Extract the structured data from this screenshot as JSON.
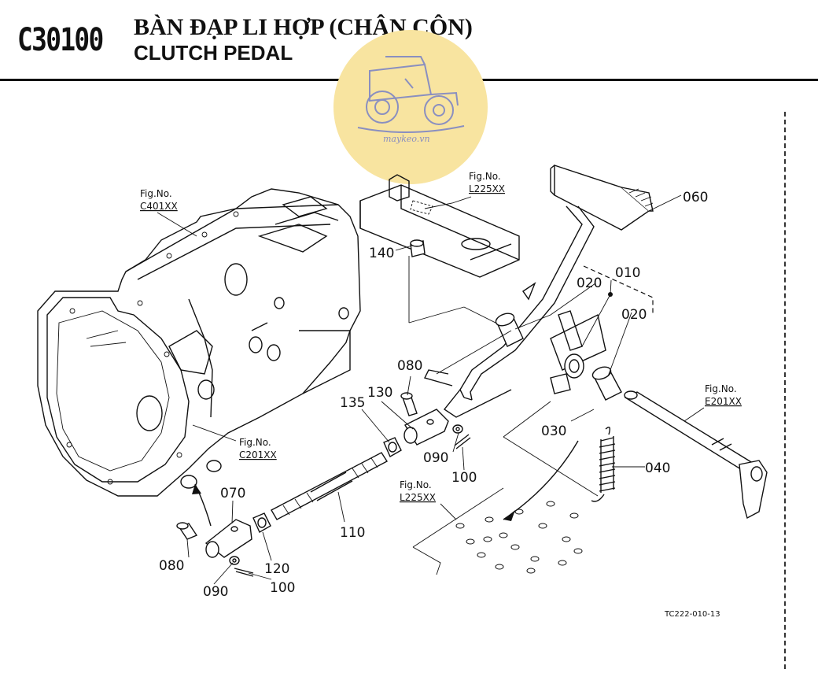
{
  "header": {
    "section_code": "C30100",
    "title_vi": "BÀN ĐẠP LI HỢP (CHÂN CÔN)",
    "title_en": "CLUTCH PEDAL"
  },
  "watermark": {
    "text": "maykeo.vn",
    "color": "#f8e4a0"
  },
  "figure_refs": [
    {
      "label": "Fig.No.",
      "code": "C401XX"
    },
    {
      "label": "Fig.No.",
      "code": "L225XX"
    },
    {
      "label": "Fig.No.",
      "code": "C201XX"
    },
    {
      "label": "Fig.No.",
      "code": "E201XX"
    },
    {
      "label": "Fig.No.",
      "code": "L225XX"
    }
  ],
  "part_labels": {
    "p060": "060",
    "p010": "010",
    "p020a": "020",
    "p020b": "020",
    "p140": "140",
    "p080a": "080",
    "p130": "130",
    "p135": "135",
    "p030": "030",
    "p090a": "090",
    "p100a": "100",
    "p040": "040",
    "p110": "110",
    "p070": "070",
    "p080b": "080",
    "p120": "120",
    "p090b": "090",
    "p100b": "100"
  },
  "drawing_ref": "TC222-010-13"
}
